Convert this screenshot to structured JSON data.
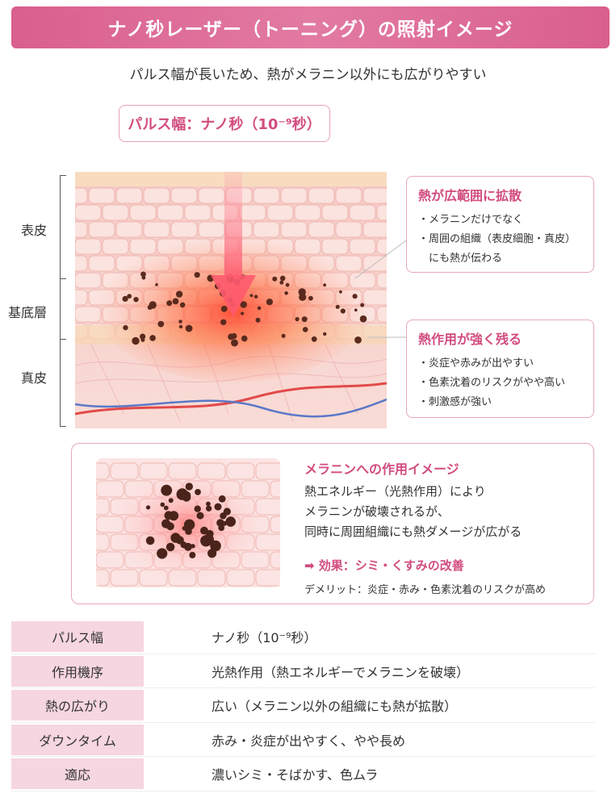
{
  "header": {
    "title": "ナノ秒レーザー（トーニング）の照射イメージ"
  },
  "subtitle": "パルス幅が長いため、熱がメラニン以外にも広がりやすい",
  "pulse_box": {
    "label": "パルス幅：ナノ秒（10⁻⁹秒）"
  },
  "layers": {
    "epidermis": "表皮",
    "basal": "基底層",
    "dermis": "真皮"
  },
  "callout_spread": {
    "title": "熱が広範囲に拡散",
    "items": [
      "・メラニンだけでなく",
      "・周囲の組織（表皮細胞・真皮）",
      "　にも熱が伝わる"
    ]
  },
  "callout_effect": {
    "title": "熱作用が強く残る",
    "items": [
      "・炎症や赤みが出やすい",
      "・色素沈着のリスクがやや高い",
      "・刺激感が強い"
    ]
  },
  "panel": {
    "title": "メラニンへの作用イメージ",
    "lines": [
      "熱エネルギー（光熱作用）により",
      "メラニンが破壊されるが、",
      "同時に周囲組織にも熱ダメージが広がる"
    ],
    "effect": "➡ 効果：シミ・くすみの改善",
    "demerit": "デメリット：炎症・赤み・色素沈着のリスクが高め"
  },
  "table": {
    "rows": [
      {
        "label": "パルス幅",
        "value": "ナノ秒（10⁻⁹秒）"
      },
      {
        "label": "作用機序",
        "value": "光熱作用（熱エネルギーでメラニンを破壊）"
      },
      {
        "label": "熱の広がり",
        "value": "広い（メラニン以外の組織にも熱が拡散）"
      },
      {
        "label": "ダウンタイム",
        "value": "赤み・炎症が出やすく、やや長め"
      },
      {
        "label": "適応",
        "value": "濃いシミ・そばかす、色ムラ"
      }
    ]
  },
  "colors": {
    "accent": "#d24d7e",
    "header": "#d95f8e",
    "table_label_bg": "#f6d6e1"
  }
}
